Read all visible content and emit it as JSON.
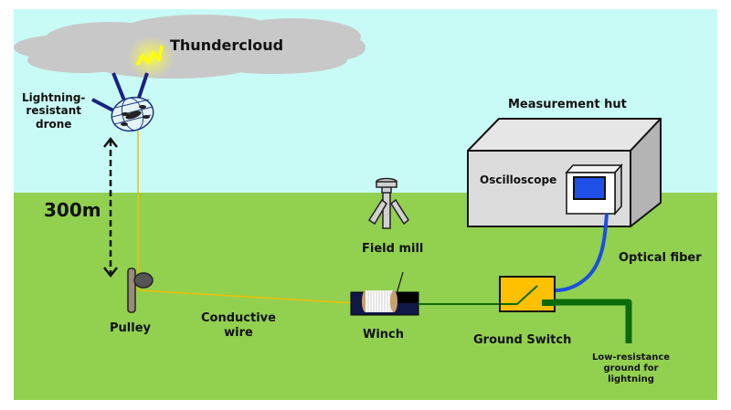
{
  "diagram": {
    "title": "Lightning measurement setup with drone",
    "colors": {
      "sky": "#c9fbf6",
      "ground": "#92d050",
      "cloud": "#c8c8c8",
      "lightning": "#ffff00",
      "wire": "#f0c000",
      "fiber": "#1a4fe0",
      "ground_wire": "#0a6b0a",
      "hut_front": "#dcdcdc",
      "hut_top": "#e6e6e6",
      "hut_side": "#b4b4b4",
      "screen": "#1e4fe6",
      "switch_box": "#ffc000",
      "winch_base": "#101848",
      "drone_arm": "#1a237e"
    },
    "labels": {
      "thundercloud": "Thundercloud",
      "drone_line1": "Lightning-",
      "drone_line2": "resistant",
      "drone_line3": "drone",
      "altitude": "300m",
      "measurement_hut": "Measurement hut",
      "oscilloscope": "Oscilloscope",
      "field_mill": "Field mill",
      "optical_fiber": "Optical fiber",
      "pulley": "Pulley",
      "conductive_wire_line1": "Conductive",
      "conductive_wire_line2": "wire",
      "winch": "Winch",
      "ground_switch": "Ground Switch",
      "ground_line1": "Low-resistance",
      "ground_line2": "ground for",
      "ground_line3": "lightning"
    }
  }
}
